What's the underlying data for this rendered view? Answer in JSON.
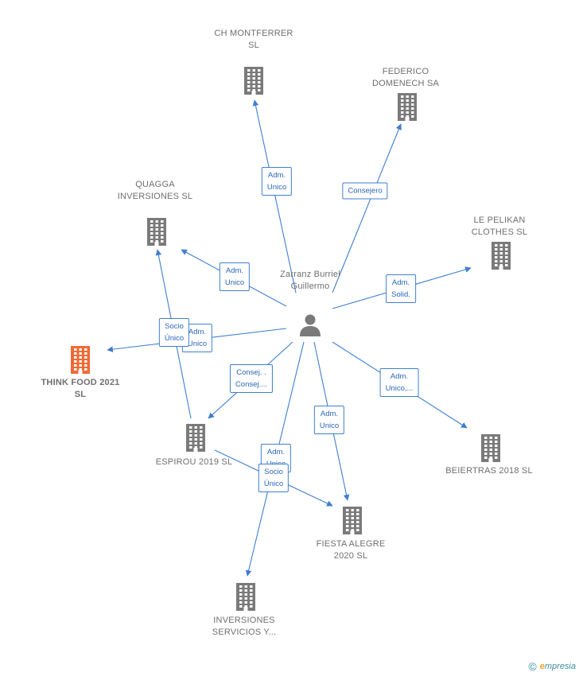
{
  "colors": {
    "edge": "#3f7fd0",
    "building": "#7a7a7a",
    "highlight_building": "#f06a35",
    "person": "#7a7a7a"
  },
  "center": {
    "label": "Zarranz Burriel Guillermo",
    "icon": "person-icon"
  },
  "nodes": [
    {
      "id": "ch",
      "label": "CH MONTFERRER SL",
      "icon": "building-icon"
    },
    {
      "id": "fed",
      "label": "FEDERICO DOMENECH SA",
      "icon": "building-icon"
    },
    {
      "id": "quagga",
      "label": "QUAGGA INVERSIONES SL",
      "icon": "building-icon"
    },
    {
      "id": "pelikan",
      "label": "LE PELIKAN CLOTHES SL",
      "icon": "building-icon"
    },
    {
      "id": "think",
      "label": "THINK FOOD 2021 SL",
      "icon": "building-icon",
      "highlight": true
    },
    {
      "id": "espirou",
      "label": "ESPIROU 2019 SL",
      "icon": "building-icon"
    },
    {
      "id": "beiertras",
      "label": "BEIERTRAS 2018 SL",
      "icon": "building-icon"
    },
    {
      "id": "fiesta",
      "label": "FIESTA ALEGRE 2020 SL",
      "icon": "building-icon"
    },
    {
      "id": "inversiones",
      "label": "INVERSIONES SERVICIOS Y...",
      "icon": "building-icon"
    }
  ],
  "edges": [
    {
      "from": "center",
      "to": "ch",
      "label": [
        "Adm.",
        "Unico"
      ]
    },
    {
      "from": "center",
      "to": "fed",
      "label": [
        "Consejero"
      ]
    },
    {
      "from": "center",
      "to": "quagga",
      "label": [
        "Adm.",
        "Unico"
      ]
    },
    {
      "from": "center",
      "to": "pelikan",
      "label": [
        "Adm.",
        "Solid."
      ]
    },
    {
      "from": "center",
      "to": "think",
      "label": [
        "Adm.",
        "Unico"
      ]
    },
    {
      "from": "center",
      "to": "espirou",
      "label": [
        "Consej. .",
        "Consej...."
      ]
    },
    {
      "from": "center",
      "to": "beiertras",
      "label": [
        "Adm.",
        "Unico,..."
      ]
    },
    {
      "from": "center",
      "to": "fiesta",
      "label": [
        "Adm.",
        "Unico"
      ]
    },
    {
      "from": "center",
      "to": "inversiones",
      "label": [
        "Adm.",
        "Unico"
      ]
    },
    {
      "from": "espirou",
      "to": "quagga",
      "label": [
        "Socio",
        "Único"
      ]
    },
    {
      "from": "espirou",
      "to": "fiesta",
      "label": [
        "Socio",
        "Único"
      ]
    }
  ],
  "footer": {
    "copyright": "©",
    "brand_initial": "e",
    "brand_rest": "mpresia"
  }
}
